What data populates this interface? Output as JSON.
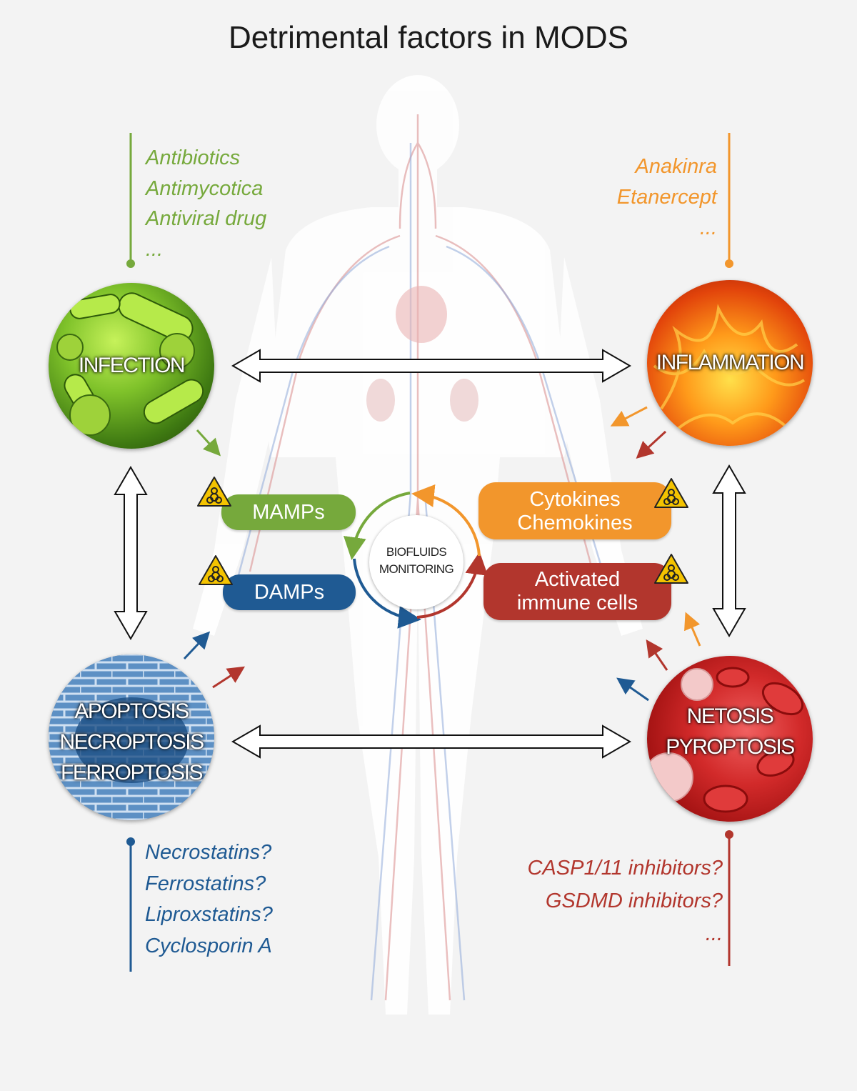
{
  "title": "Detrimental factors in MODS",
  "colors": {
    "green": "#76a93c",
    "orange": "#f2962c",
    "red": "#b2362d",
    "blue": "#1f5a93",
    "background": "#f3f3f3"
  },
  "drugs": {
    "infection": {
      "items": [
        "Antibiotics",
        "Antimycotica",
        "Antiviral drug",
        "..."
      ]
    },
    "inflammation": {
      "items": [
        "Anakinra",
        "Etanercept",
        "..."
      ]
    },
    "cell_death": {
      "items": [
        "Necrostatins?",
        "Ferrostatins?",
        "Liproxstatins?",
        "Cyclosporin A"
      ]
    },
    "netosis": {
      "items": [
        "CASP1/11 inhibitors?",
        "GSDMD inhibitors?",
        "..."
      ]
    }
  },
  "nodes": {
    "infection": {
      "label": "INFECTION",
      "icon": "bacteria-image"
    },
    "inflammation": {
      "label": "INFLAMMATION",
      "icon": "fire-image"
    },
    "cell_death": {
      "lines": [
        "APOPTOSIS",
        "NECROPTOSIS",
        "FERROPTOSIS"
      ],
      "icon": "brick-wall-image"
    },
    "netosis": {
      "lines": [
        "NETOSIS",
        "PYROPTOSIS"
      ],
      "icon": "blood-cells-image"
    }
  },
  "molecules": {
    "mamps": {
      "label": "MAMPs"
    },
    "damps": {
      "label": "DAMPs"
    },
    "cytokines": {
      "lines": [
        "Cytokines",
        "Chemokines"
      ]
    },
    "immune_cells": {
      "lines": [
        "Activated",
        "immune cells"
      ]
    }
  },
  "hazard_icon": "biohazard-icon",
  "center": {
    "lines": [
      "BIOFLUIDS",
      "MONITORING"
    ]
  },
  "background_image": "human-circulatory-system-silhouette"
}
